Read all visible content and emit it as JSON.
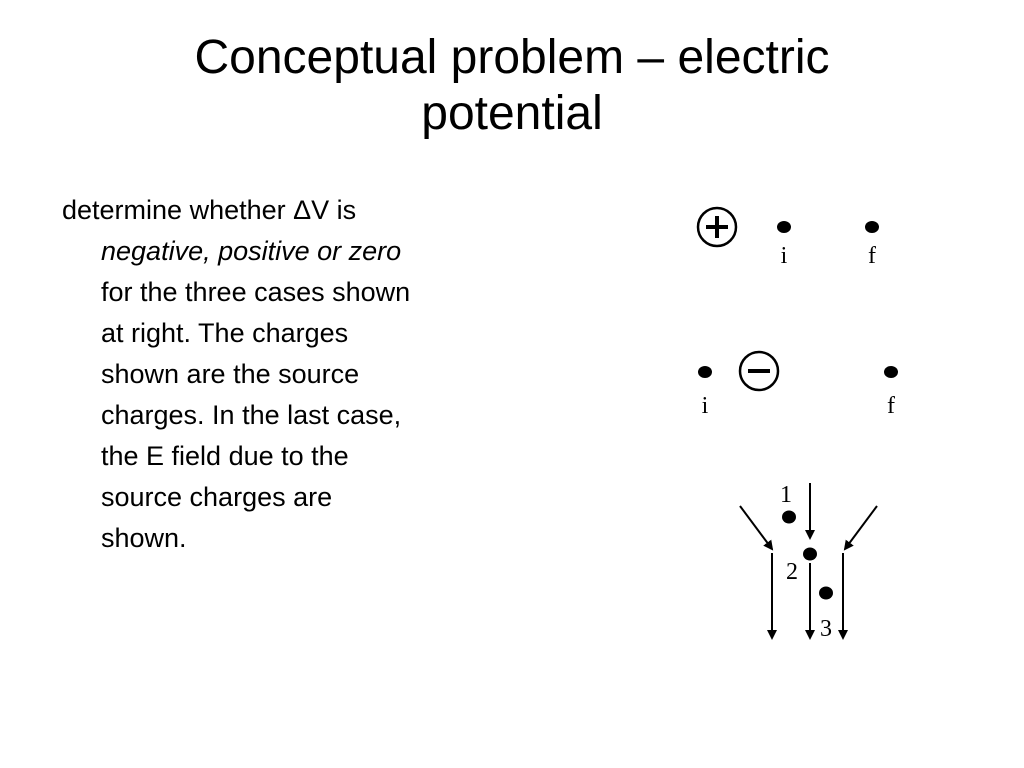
{
  "slide": {
    "title_line1": "Conceptual problem – electric",
    "title_line2": "potential",
    "body": {
      "line1": "determine whether ΔV is",
      "line2_italic": "negative, positive or zero",
      "line3": "for the three cases shown",
      "line4": "at right.  The charges",
      "line5": "shown are the source",
      "line6": "charges.  In the last case,",
      "line7": "the E field due to the",
      "line8": "source charges are",
      "line9": "shown."
    }
  },
  "figure": {
    "case1": {
      "charge_sign": "+",
      "label_i": "i",
      "label_f": "f"
    },
    "case2": {
      "charge_sign": "−",
      "label_i": "i",
      "label_f": "f"
    },
    "case3": {
      "label_1": "1",
      "label_2": "2",
      "label_3": "3"
    }
  }
}
